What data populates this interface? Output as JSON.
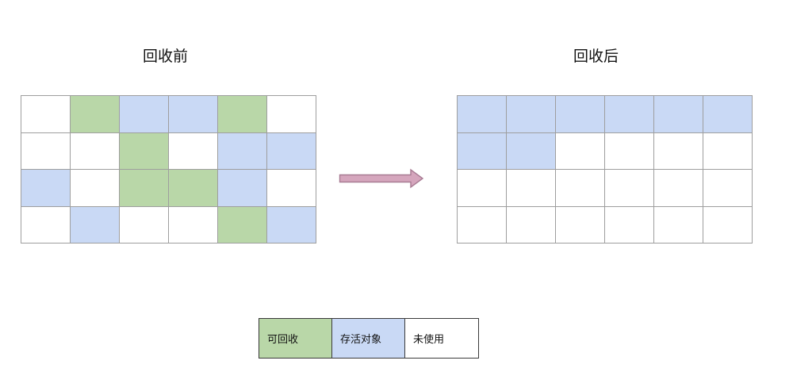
{
  "before": {
    "title": "回收前",
    "rows": [
      [
        "white",
        "green",
        "blue",
        "blue",
        "green",
        "white"
      ],
      [
        "white",
        "white",
        "green",
        "white",
        "blue",
        "blue"
      ],
      [
        "blue",
        "white",
        "green",
        "green",
        "blue",
        "white"
      ],
      [
        "white",
        "blue",
        "white",
        "white",
        "green",
        "blue"
      ]
    ]
  },
  "after": {
    "title": "回收后",
    "rows": [
      [
        "blue",
        "blue",
        "blue",
        "blue",
        "blue",
        "blue"
      ],
      [
        "blue",
        "blue",
        "white",
        "white",
        "white",
        "white"
      ],
      [
        "white",
        "white",
        "white",
        "white",
        "white",
        "white"
      ],
      [
        "white",
        "white",
        "white",
        "white",
        "white",
        "white"
      ]
    ]
  },
  "arrow": {
    "icon": "right-arrow-icon",
    "fill": "#d5a6bd",
    "stroke": "#a87b93"
  },
  "legend": {
    "items": [
      {
        "label": "可回收",
        "color": "#b9d7a8"
      },
      {
        "label": "存活对象",
        "color": "#c9d9f5"
      },
      {
        "label": "未使用",
        "color": "#ffffff"
      }
    ]
  },
  "colors": {
    "green": "#b9d7a8",
    "blue": "#c9d9f5",
    "white": "#ffffff",
    "grid_line": "#9e9e9e"
  }
}
